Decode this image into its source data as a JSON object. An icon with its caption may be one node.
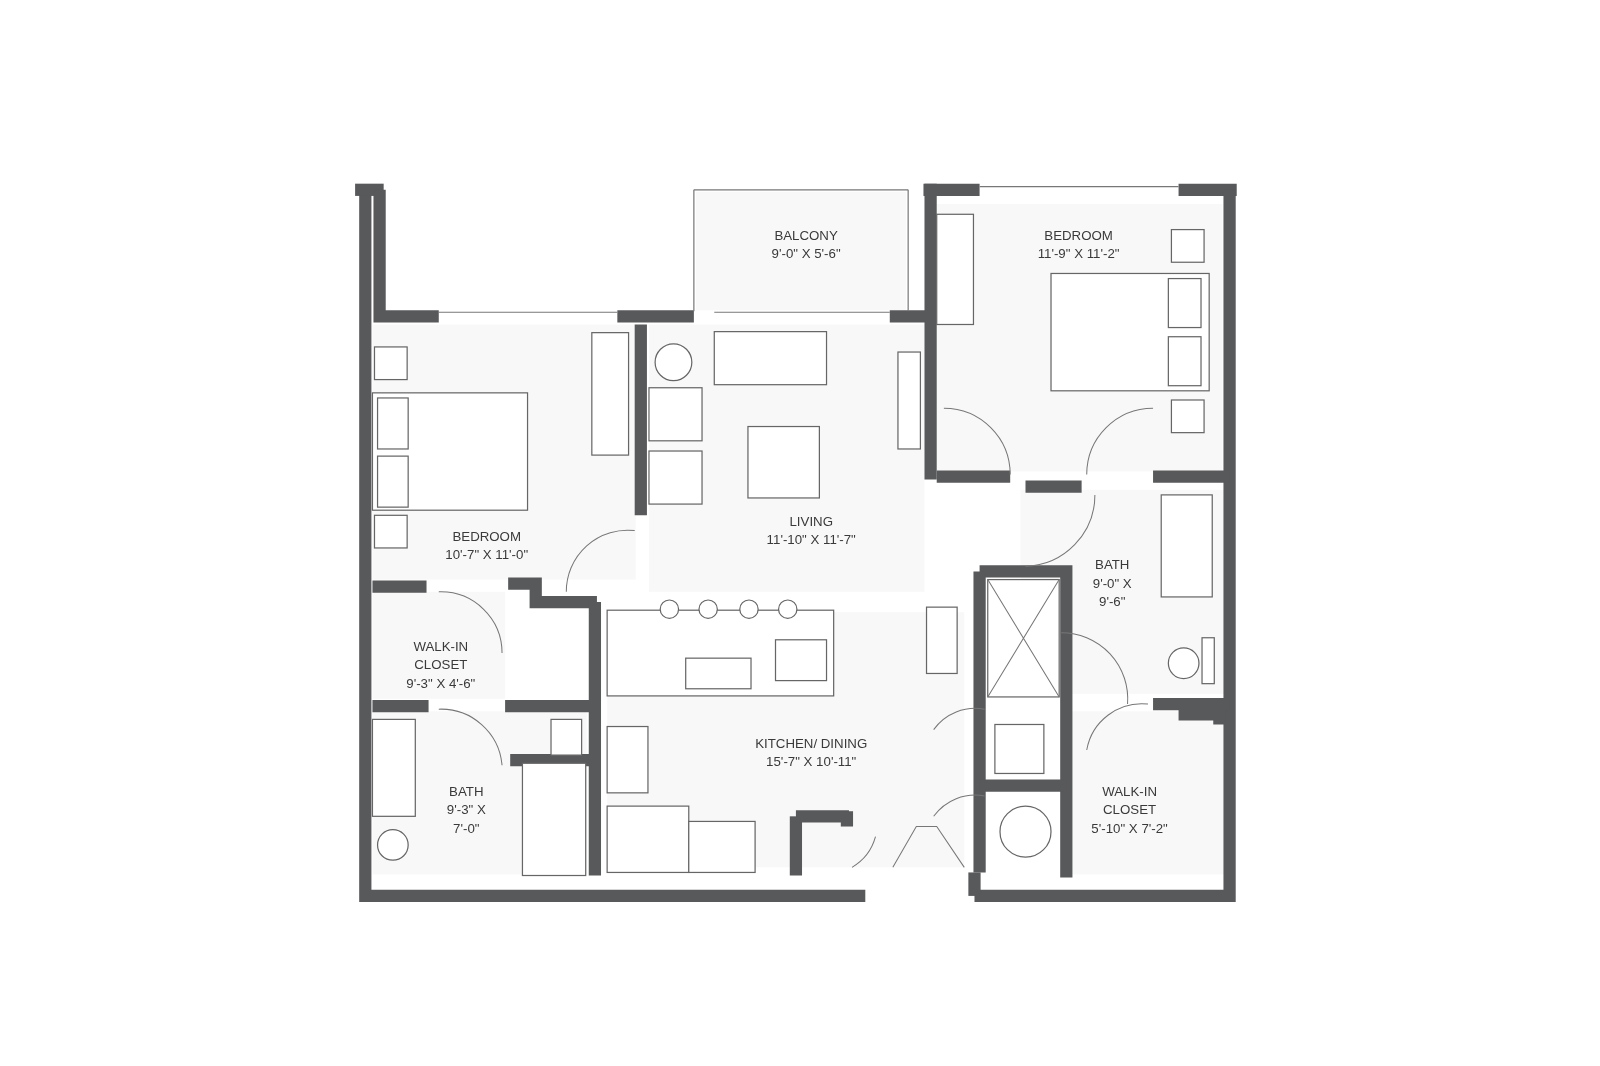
{
  "diagram": {
    "nodes": [
      {
        "text": [
          "BALCONY",
          "9'-0\" X 5'-6\""
        ]
      },
      {
        "text": [
          "BEDROOM",
          "11'-9\" X 11'-2\""
        ]
      },
      {
        "text": [
          "BEDROOM",
          "10'-7\" X 11'-0\""
        ]
      },
      {
        "text": [
          "LIVING",
          "11'-10\" X 11'-7\""
        ]
      },
      {
        "text": [
          "WALK-IN CLOSET",
          "9'-3\" X 4'-6\""
        ]
      },
      {
        "text": [
          "BATH",
          "9'-0\" X 9'-6\""
        ]
      },
      {
        "text": [
          "KITCHEN/ DINING",
          "15'-7\" X 10'-11\""
        ]
      },
      {
        "text": [
          "BATH",
          "9'-3\" X 7'-0\""
        ]
      },
      {
        "text": [
          "WALK-IN CLOSET",
          "5'-10\" X 7'-2\""
        ]
      }
    ]
  }
}
